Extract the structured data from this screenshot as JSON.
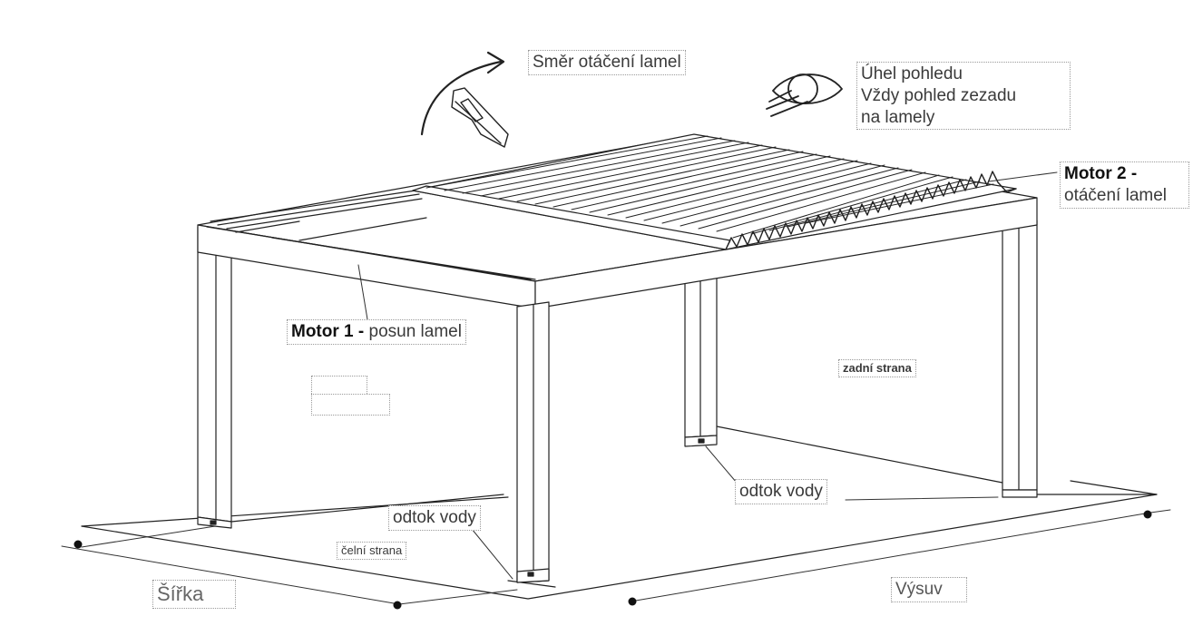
{
  "labels": {
    "rotation_direction": "Směr otáčení lamel",
    "view_angle": {
      "line1": "Úhel pohledu",
      "line2": "Vždy pohled zezadu",
      "line3": "na lamely"
    },
    "motor2": {
      "bold": "Motor 2 -",
      "rest": "otáčení lamel"
    },
    "motor1": {
      "bold": "Motor 1 -",
      "rest": " posun lamel"
    },
    "back_side": "zadní strana",
    "front_side": "čelní strana",
    "drain_right": "odtok vody",
    "drain_front": "odtok vody",
    "width": "Šířka",
    "projection": "Výsuv"
  },
  "icons": [
    "rotation-arrow-icon",
    "lamella-profile-icon",
    "eye-icon"
  ]
}
